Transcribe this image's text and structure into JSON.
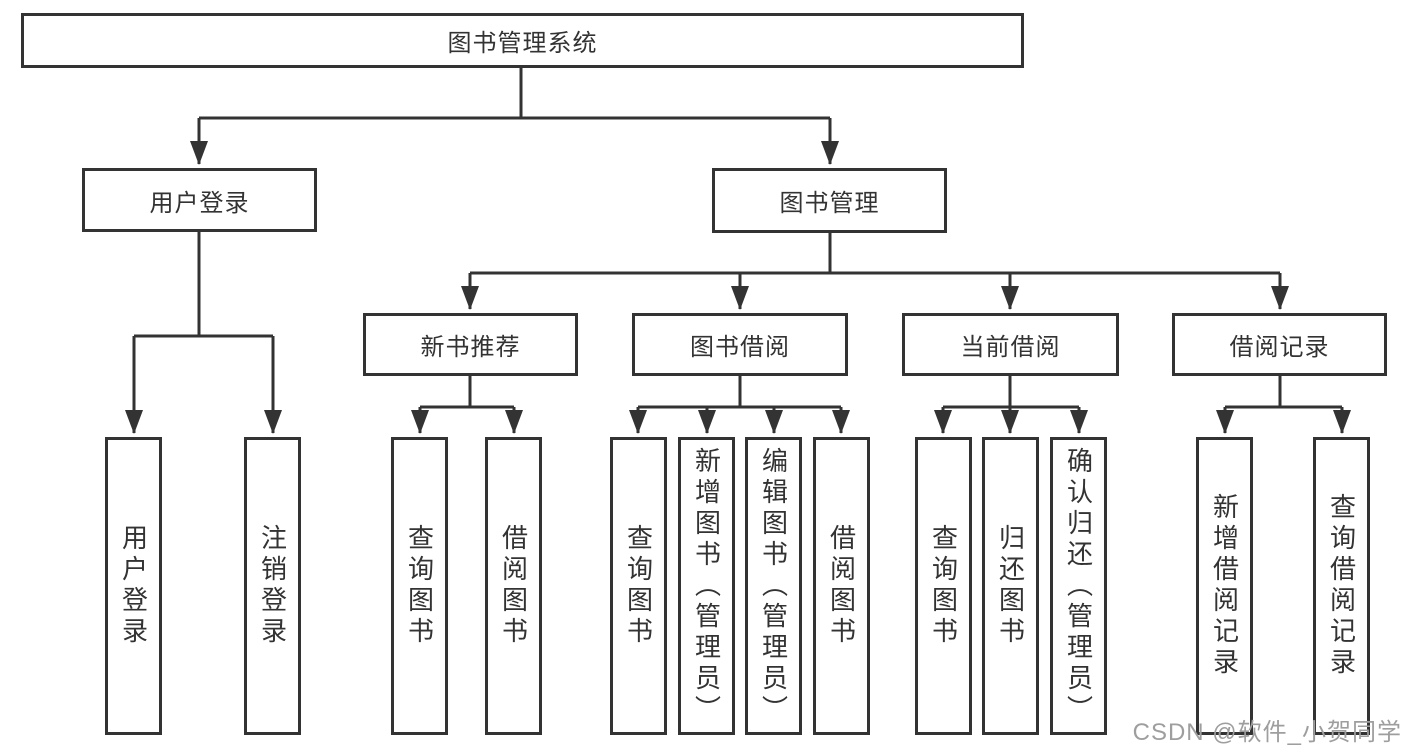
{
  "diagram": {
    "root": "图书管理系统",
    "branches": {
      "user": "用户登录",
      "book": "图书管理"
    },
    "modules": {
      "new_books": "新书推荐",
      "book_borrow": "图书借阅",
      "current_borrow": "当前借阅",
      "borrow_records": "借阅记录"
    },
    "leaves": {
      "user_login": "用户登录",
      "user_logout": "注销登录",
      "nb_query": "查询图书",
      "nb_borrow": "借阅图书",
      "bb_query": "查询图书",
      "bb_add": "新增图书（管理员）",
      "bb_edit": "编辑图书（管理员）",
      "bb_borrow": "借阅图书",
      "cb_query": "查询图书",
      "cb_return": "归还图书",
      "cb_confirm": "确认归还（管理员）",
      "rec_add": "新增借阅记录",
      "rec_query": "查询借阅记录"
    },
    "colors": {
      "line": "#333333",
      "box_border": "#333333",
      "text": "#333333",
      "watermark": "#9e9e9e",
      "background": "#ffffff"
    },
    "watermark": "CSDN @软件_小贺同学"
  }
}
